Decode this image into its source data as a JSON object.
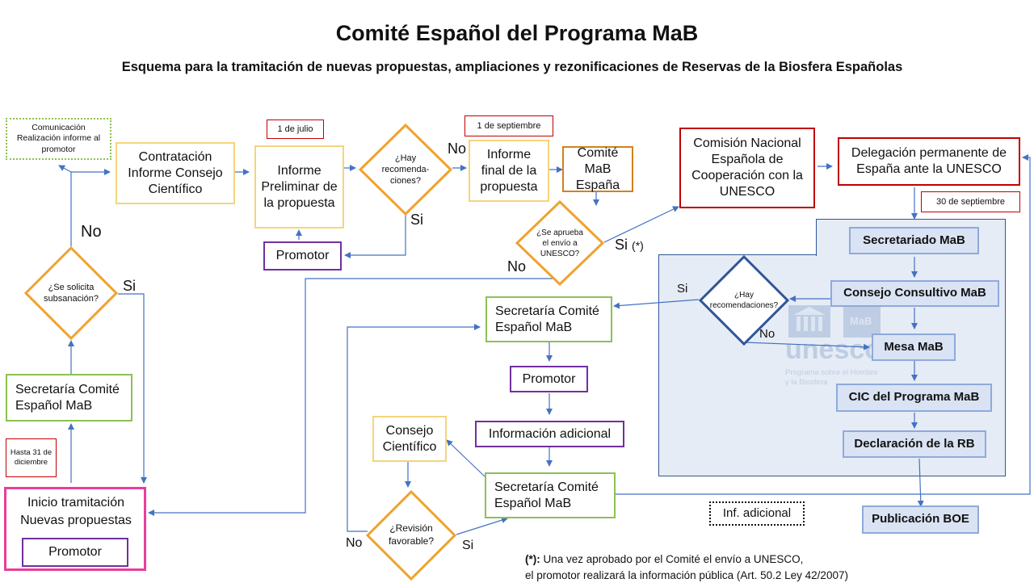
{
  "title": "Comité Español del Programa MaB",
  "subtitle": "Esquema para la tramitación de nuevas propuestas, ampliaciones y rezonificaciones de Reservas de la Biosfera Españolas",
  "nodes": {
    "comunicacion": "Comunicación Realización informe al promotor",
    "contratacion": "Contratación Informe Consejo Científico",
    "fecha_julio": "1 de julio",
    "informe_preliminar": "Informe Preliminar de la propuesta",
    "hay_recomendaciones_1": "¿Hay recomenda-ciones?",
    "promotor_1": "Promotor",
    "fecha_septiembre": "1 de septiembre",
    "informe_final": "Informe final de la propuesta",
    "comite_mab": "Comité MaB España",
    "se_aprueba": "¿Se aprueba el envío a UNESCO?",
    "comision_nacional": "Comisión Nacional Española de Cooperación con la UNESCO",
    "delegacion": "Delegación permanente de España ante la UNESCO",
    "fecha_30_sept": "30  de septiembre",
    "secretariado_mab": "Secretariado MaB",
    "consejo_consultivo": "Consejo Consultivo MaB",
    "hay_recomendaciones_2": "¿Hay recomendaciones?",
    "mesa_mab": "Mesa MaB",
    "cic": "CIC del Programa MaB",
    "declaracion": "Declaración de la RB",
    "publicacion_boe": "Publicación BOE",
    "se_solicita": "¿Se solicita subsanación?",
    "secretaria_izq": "Secretaría Comité Español MaB",
    "fecha_diciembre": "Hasta 31 de diciembre",
    "inicio": "Inicio tramitación Nuevas propuestas",
    "promotor_inicio": "Promotor",
    "secretaria_centro": "Secretaría Comité Español MaB",
    "promotor_2": "Promotor",
    "informacion_adicional": "Información adicional",
    "consejo_cientifico": "Consejo Científico",
    "revision_favorable": "¿Revisión favorable?",
    "secretaria_abajo": "Secretaría Comité Español MaB",
    "inf_adicional_legend": "Inf. adicional"
  },
  "labels": {
    "no_left": "No",
    "si_left": "Si",
    "no_recom": "No",
    "si_recom": "Si",
    "no_aprueba": "No",
    "si_aprueba": "Si",
    "si_aprueba_note": "(*)",
    "si_recom2": "Si",
    "no_recom2": "No",
    "no_revision": "No",
    "si_revision": "Si"
  },
  "logo": {
    "name": "unesco",
    "caption_line1": "Programa sobre el Hombre",
    "caption_line2": "y la Biosfera"
  },
  "footnote": {
    "marker": "(*):",
    "line1": " Una vez aprobado por el Comité el envío a UNESCO,",
    "line2": "el promotor realizará la información pública (Art. 50.2 Ley 42/2007)"
  },
  "colors": {
    "yellow_border": "#f5d47a",
    "green_border": "#8cc152",
    "purple_border": "#7030a0",
    "red_border": "#c00000",
    "orange_border": "#d0821e",
    "diamond_orange": "#f0a22e",
    "diamond_blue": "#2f5597",
    "pink_border": "#e83e9b",
    "panel_fill": "#e6ecf5",
    "arrow": "#4472c4"
  }
}
